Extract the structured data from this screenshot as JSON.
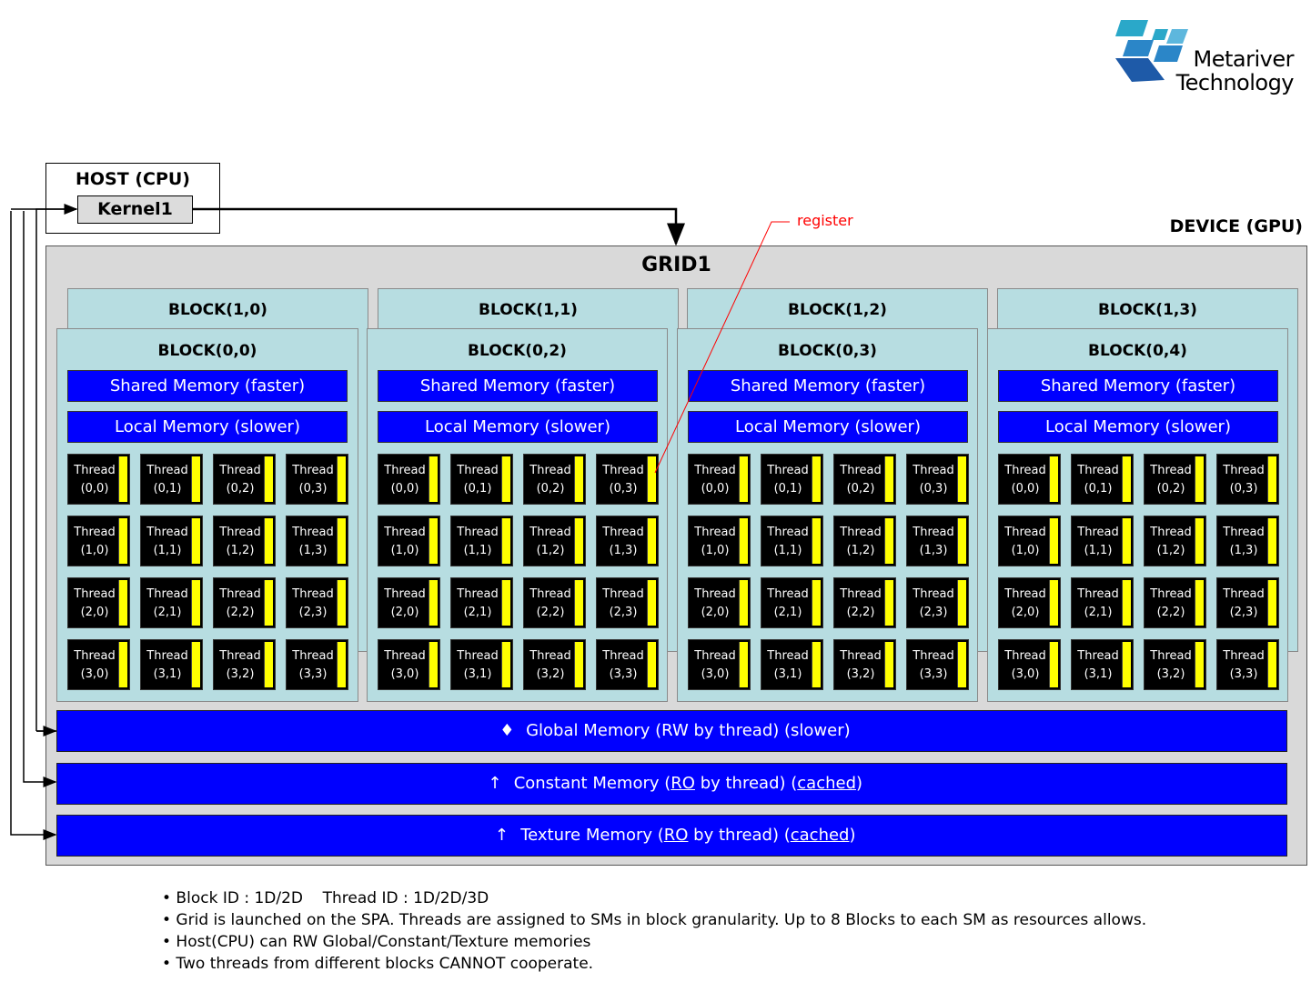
{
  "logo": {
    "line1": "Metariver",
    "line2": "Technology",
    "colors": [
      "#29a3c7",
      "#2b7cc0",
      "#1e5aa8"
    ]
  },
  "host": {
    "title": "HOST (CPU)",
    "kernel": "Kernel1"
  },
  "device": {
    "title": "DEVICE (GPU)"
  },
  "register_label": "register",
  "grid": {
    "title": "GRID1"
  },
  "back_blocks": [
    "BLOCK(1,0)",
    "BLOCK(1,1)",
    "BLOCK(1,2)",
    "BLOCK(1,3)"
  ],
  "front_blocks": [
    {
      "title": "BLOCK(0,0)",
      "shared": "Shared Memory (faster)",
      "local": "Local Memory (slower)"
    },
    {
      "title": "BLOCK(0,2)",
      "shared": "Shared Memory (faster)",
      "local": "Local Memory (slower)"
    },
    {
      "title": "BLOCK(0,3)",
      "shared": "Shared Memory (faster)",
      "local": "Local Memory (slower)"
    },
    {
      "title": "BLOCK(0,4)",
      "shared": "Shared Memory (faster)",
      "local": "Local Memory (slower)"
    }
  ],
  "thread_label": "Thread",
  "thread_indices": [
    [
      "(0,0)",
      "(0,1)",
      "(0,2)",
      "(0,3)"
    ],
    [
      "(1,0)",
      "(1,1)",
      "(1,2)",
      "(1,3)"
    ],
    [
      "(2,0)",
      "(2,1)",
      "(2,2)",
      "(2,3)"
    ],
    [
      "(3,0)",
      "(3,1)",
      "(3,2)",
      "(3,3)"
    ]
  ],
  "global_memory": {
    "arrow": "♦",
    "text": "Global Memory (RW by thread) (slower)"
  },
  "constant_memory": {
    "arrow": "↑",
    "pre": "Constant Memory (",
    "ro": "RO",
    "mid": " by thread) (",
    "cached": "cached",
    "post": ")"
  },
  "texture_memory": {
    "arrow": "↑",
    "pre": "Texture Memory (",
    "ro": "RO",
    "mid": " by thread) (",
    "cached": "cached",
    "post": ")"
  },
  "notes": [
    "• Block ID : 1D/2D    Thread ID : 1D/2D/3D",
    "• Grid is launched on the SPA. Threads are assigned to SMs in block granularity. Up to 8 Blocks to each SM as resources allows.",
    "• Host(CPU) can RW Global/Constant/Texture memories",
    "• Two threads from different blocks CANNOT cooperate."
  ],
  "colors": {
    "memory_blue": "#0000ff",
    "block_teal": "#b7dde1",
    "register_yellow": "#ffff00",
    "grid_gray": "#d9d9d9",
    "register_line": "#ff0000"
  }
}
